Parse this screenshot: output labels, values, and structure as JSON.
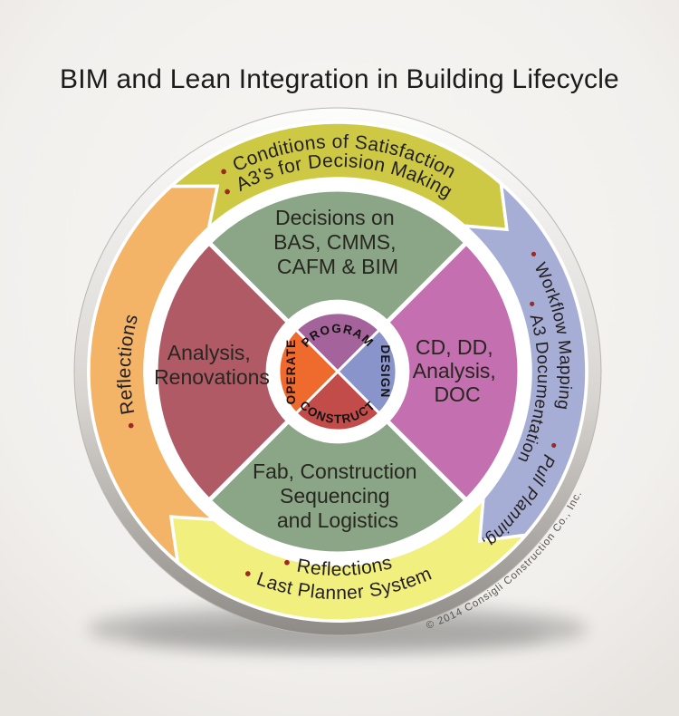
{
  "title": "BIM and Lean Integration in Building Lifecycle",
  "copyright": "© 2014 Consigli Construction Co., Inc.",
  "bullet_color": "#9e2823",
  "outer_ring": {
    "top": {
      "color": "#cdc944",
      "items": [
        {
          "bullet": "•",
          "label": "Conditions of Satisfaction"
        },
        {
          "bullet": "•",
          "label": "A3's for Decision Making"
        }
      ]
    },
    "right": {
      "color": "#a6aed6",
      "items": [
        {
          "bullet": "•",
          "label": "Workflow Mapping"
        },
        {
          "bullet": "•",
          "label": "A3 Documentation"
        },
        {
          "bullet": "•",
          "label": "Pull Planning,"
        }
      ]
    },
    "bottom": {
      "color": "#f1ef7e",
      "items": [
        {
          "bullet": "•",
          "label": "Last Planner System"
        },
        {
          "bullet": "•",
          "label": "Reflections"
        }
      ]
    },
    "left": {
      "color": "#f3b468",
      "items": [
        {
          "bullet": "•",
          "label": "Reflections"
        }
      ]
    }
  },
  "middle_ring": {
    "top": {
      "color": "#8ba687",
      "lines": [
        "Decisions on",
        "BAS, CMMS,",
        "CAFM & BIM"
      ]
    },
    "right": {
      "color": "#c36fb0",
      "lines": [
        "CD, DD,",
        "Analysis,",
        "DOC"
      ]
    },
    "bottom": {
      "color": "#8ba687",
      "lines": [
        "Fab, Construction",
        "Sequencing",
        "and Logistics"
      ]
    },
    "left": {
      "color": "#b05a66",
      "lines": [
        "Analysis,",
        "Renovations"
      ]
    }
  },
  "inner_wheel": {
    "program": {
      "color": "#a4639b",
      "label": "PROGRAM"
    },
    "design": {
      "color": "#8994ca",
      "label": "DESIGN"
    },
    "construct": {
      "color": "#c24c49",
      "label": "CONSTRUCT"
    },
    "operate": {
      "color": "#ee6a2d",
      "label": "OPERATE"
    }
  }
}
